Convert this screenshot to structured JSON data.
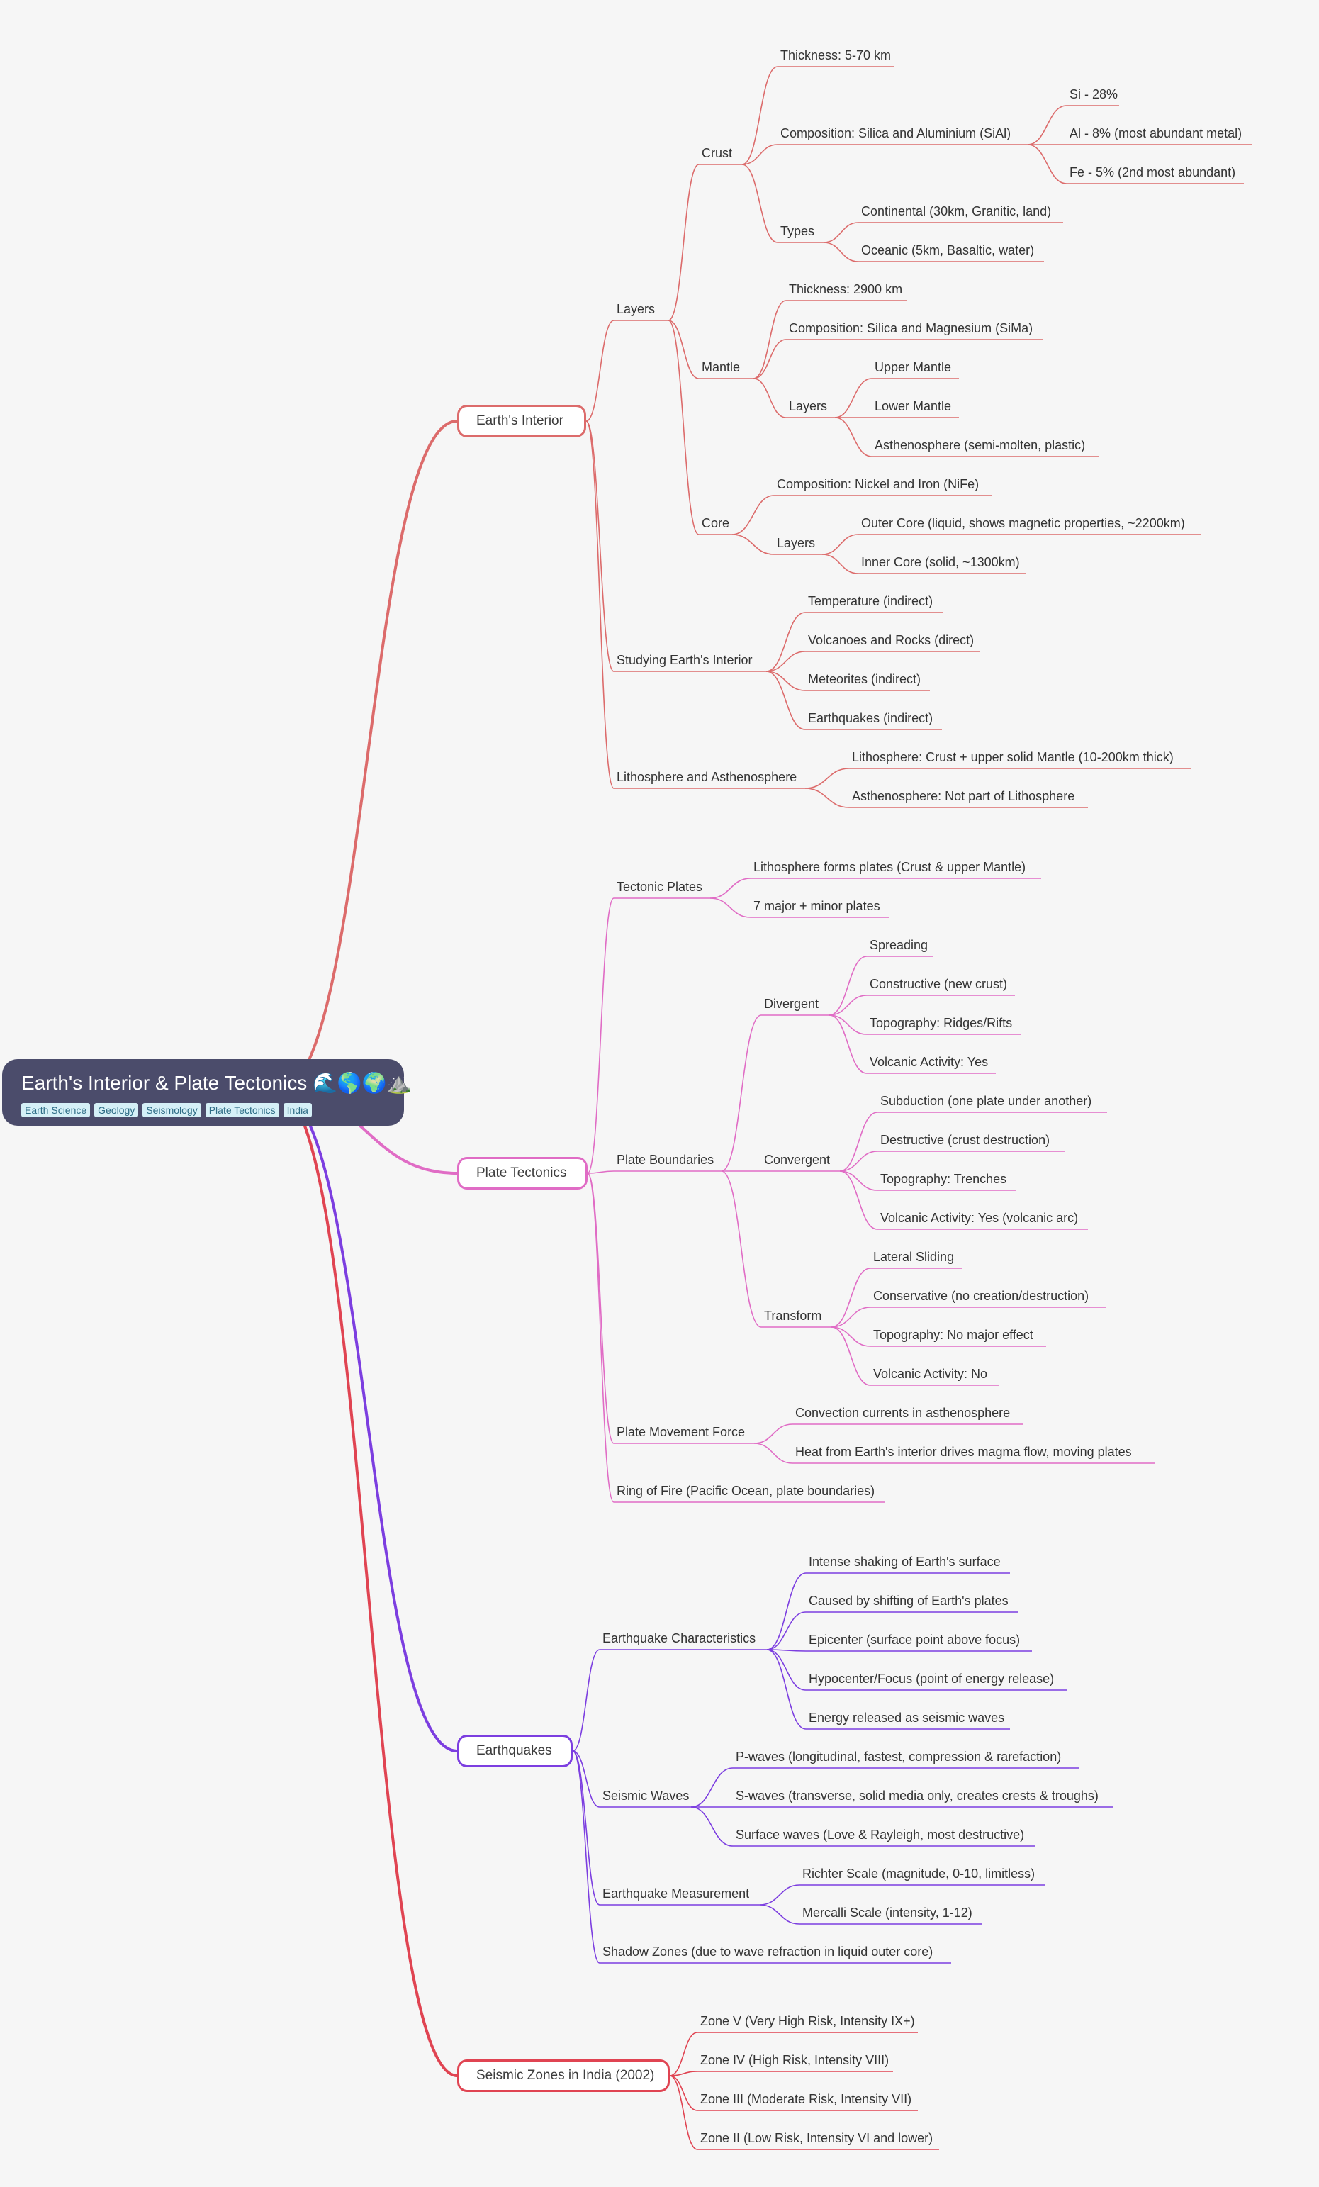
{
  "root": {
    "title": "Earth's Interior & Plate Tectonics 🌊🌎🌍⛰️",
    "tags": [
      "Earth Science",
      "Geology",
      "Seismology",
      "Plate Tectonics",
      "India"
    ]
  },
  "colors": {
    "interior": "#dc6b6b",
    "tectonics": "#e06cc5",
    "earthquakes": "#7c3ee0",
    "zones": "#e04452",
    "root_bg": "#4b4c6b",
    "tag_bg": "#d5f0f7",
    "tag_text": "#2e6d86",
    "background": "#f6f6f6"
  },
  "branches": [
    {
      "id": "interior",
      "label": "Earth's Interior",
      "children": [
        {
          "label": "Layers",
          "children": [
            {
              "label": "Crust",
              "children": [
                {
                  "label": "Thickness: 5-70 km"
                },
                {
                  "label": "Composition: Silica and Aluminium (SiAl)",
                  "children": [
                    {
                      "label": "Si - 28%"
                    },
                    {
                      "label": "Al - 8% (most abundant metal)"
                    },
                    {
                      "label": "Fe - 5% (2nd most abundant)"
                    }
                  ]
                },
                {
                  "label": "Types",
                  "children": [
                    {
                      "label": "Continental (30km, Granitic, land)"
                    },
                    {
                      "label": "Oceanic (5km, Basaltic, water)"
                    }
                  ]
                }
              ]
            },
            {
              "label": "Mantle",
              "children": [
                {
                  "label": "Thickness: 2900 km"
                },
                {
                  "label": "Composition: Silica and Magnesium (SiMa)"
                },
                {
                  "label": "Layers",
                  "children": [
                    {
                      "label": "Upper Mantle"
                    },
                    {
                      "label": "Lower Mantle"
                    },
                    {
                      "label": "Asthenosphere (semi-molten, plastic)"
                    }
                  ]
                }
              ]
            },
            {
              "label": "Core",
              "children": [
                {
                  "label": "Composition: Nickel and Iron (NiFe)"
                },
                {
                  "label": "Layers",
                  "children": [
                    {
                      "label": "Outer Core (liquid, shows magnetic properties, ~2200km)"
                    },
                    {
                      "label": "Inner Core (solid, ~1300km)"
                    }
                  ]
                }
              ]
            }
          ]
        },
        {
          "label": "Studying Earth's Interior",
          "children": [
            {
              "label": "Temperature (indirect)"
            },
            {
              "label": "Volcanoes and Rocks (direct)"
            },
            {
              "label": "Meteorites (indirect)"
            },
            {
              "label": "Earthquakes (indirect)"
            }
          ]
        },
        {
          "label": "Lithosphere and Asthenosphere",
          "children": [
            {
              "label": "Lithosphere: Crust + upper solid Mantle (10-200km thick)"
            },
            {
              "label": "Asthenosphere: Not part of Lithosphere"
            }
          ]
        }
      ]
    },
    {
      "id": "tectonics",
      "label": "Plate Tectonics",
      "children": [
        {
          "label": "Tectonic Plates",
          "children": [
            {
              "label": "Lithosphere forms plates (Crust & upper Mantle)"
            },
            {
              "label": "7 major + minor plates"
            }
          ]
        },
        {
          "label": "Plate Boundaries",
          "children": [
            {
              "label": "Divergent",
              "children": [
                {
                  "label": "Spreading"
                },
                {
                  "label": "Constructive (new crust)"
                },
                {
                  "label": "Topography: Ridges/Rifts"
                },
                {
                  "label": "Volcanic Activity: Yes"
                }
              ]
            },
            {
              "label": "Convergent",
              "children": [
                {
                  "label": "Subduction (one plate under another)"
                },
                {
                  "label": "Destructive (crust destruction)"
                },
                {
                  "label": "Topography: Trenches"
                },
                {
                  "label": "Volcanic Activity: Yes (volcanic arc)"
                }
              ]
            },
            {
              "label": "Transform",
              "children": [
                {
                  "label": "Lateral Sliding"
                },
                {
                  "label": "Conservative (no creation/destruction)"
                },
                {
                  "label": "Topography: No major effect"
                },
                {
                  "label": "Volcanic Activity: No"
                }
              ]
            }
          ]
        },
        {
          "label": "Plate Movement Force",
          "children": [
            {
              "label": "Convection currents in asthenosphere"
            },
            {
              "label": "Heat from Earth's interior drives magma flow, moving plates"
            }
          ]
        },
        {
          "label": "Ring of Fire (Pacific Ocean, plate boundaries)"
        }
      ]
    },
    {
      "id": "earthquakes",
      "label": "Earthquakes",
      "children": [
        {
          "label": "Earthquake Characteristics",
          "children": [
            {
              "label": "Intense shaking of Earth's surface"
            },
            {
              "label": "Caused by shifting of Earth's plates"
            },
            {
              "label": "Epicenter (surface point above focus)"
            },
            {
              "label": "Hypocenter/Focus (point of energy release)"
            },
            {
              "label": "Energy released as seismic waves"
            }
          ]
        },
        {
          "label": "Seismic Waves",
          "children": [
            {
              "label": "P-waves (longitudinal, fastest, compression & rarefaction)"
            },
            {
              "label": "S-waves (transverse, solid media only, creates crests & troughs)"
            },
            {
              "label": "Surface waves (Love & Rayleigh, most destructive)"
            }
          ]
        },
        {
          "label": "Earthquake Measurement",
          "children": [
            {
              "label": "Richter Scale (magnitude, 0-10, limitless)"
            },
            {
              "label": "Mercalli Scale (intensity, 1-12)"
            }
          ]
        },
        {
          "label": "Shadow Zones (due to wave refraction in liquid outer core)"
        }
      ]
    },
    {
      "id": "zones",
      "label": "Seismic Zones in India (2002)",
      "children": [
        {
          "label": "Zone V (Very High Risk, Intensity IX+)"
        },
        {
          "label": "Zone IV (High Risk, Intensity VIII)"
        },
        {
          "label": "Zone III (Moderate Risk, Intensity VII)"
        },
        {
          "label": "Zone II (Low Risk, Intensity VI and lower)"
        }
      ]
    }
  ]
}
